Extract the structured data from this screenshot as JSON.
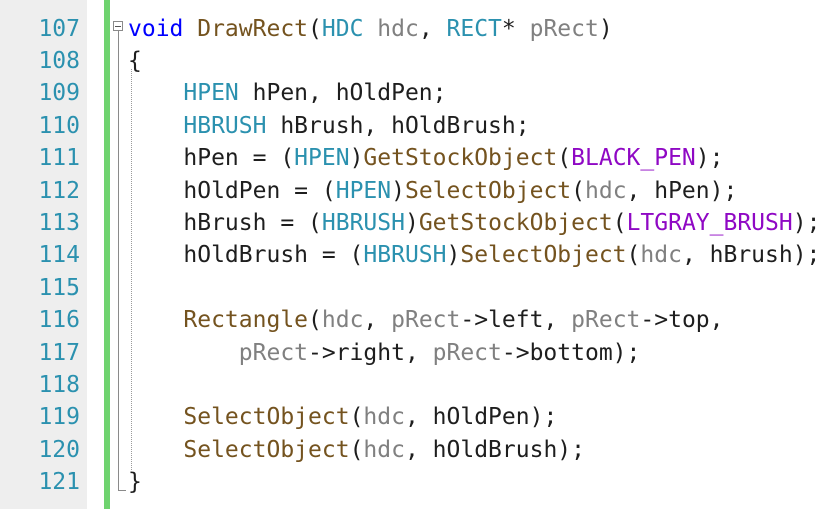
{
  "colors": {
    "background": "#ffffff",
    "gutter": "#eeeeee",
    "line_number": "#2b91af",
    "keyword": "#0000ff",
    "type": "#2b91af",
    "function": "#74531f",
    "macro": "#8f08c4",
    "param": "#808080",
    "plain": "#1e1e1e",
    "change_bar": "#6fd36f"
  },
  "line_numbers": [
    "107",
    "108",
    "109",
    "110",
    "111",
    "112",
    "113",
    "114",
    "115",
    "116",
    "117",
    "118",
    "119",
    "120",
    "121"
  ],
  "lines": [
    [
      {
        "t": "void",
        "c": "keyword"
      },
      {
        "t": " DrawRect",
        "c": "function"
      },
      {
        "t": "(",
        "c": "plain"
      },
      {
        "t": "HDC",
        "c": "type"
      },
      {
        "t": " hdc",
        "c": "param"
      },
      {
        "t": ", ",
        "c": "plain"
      },
      {
        "t": "RECT",
        "c": "type"
      },
      {
        "t": "* ",
        "c": "plain"
      },
      {
        "t": "pRect",
        "c": "param"
      },
      {
        "t": ")",
        "c": "plain"
      }
    ],
    [
      {
        "t": "{",
        "c": "plain"
      }
    ],
    [
      {
        "t": "    HPEN",
        "c": "type"
      },
      {
        "t": " hPen, hOldPen;",
        "c": "plain"
      }
    ],
    [
      {
        "t": "    HBRUSH",
        "c": "type"
      },
      {
        "t": " hBrush, hOldBrush;",
        "c": "plain"
      }
    ],
    [
      {
        "t": "    hPen = (",
        "c": "plain"
      },
      {
        "t": "HPEN",
        "c": "type"
      },
      {
        "t": ")",
        "c": "plain"
      },
      {
        "t": "GetStockObject",
        "c": "function"
      },
      {
        "t": "(",
        "c": "plain"
      },
      {
        "t": "BLACK_PEN",
        "c": "macro"
      },
      {
        "t": ");",
        "c": "plain"
      }
    ],
    [
      {
        "t": "    hOldPen = (",
        "c": "plain"
      },
      {
        "t": "HPEN",
        "c": "type"
      },
      {
        "t": ")",
        "c": "plain"
      },
      {
        "t": "SelectObject",
        "c": "function"
      },
      {
        "t": "(",
        "c": "plain"
      },
      {
        "t": "hdc",
        "c": "param"
      },
      {
        "t": ", hPen);",
        "c": "plain"
      }
    ],
    [
      {
        "t": "    hBrush = (",
        "c": "plain"
      },
      {
        "t": "HBRUSH",
        "c": "type"
      },
      {
        "t": ")",
        "c": "plain"
      },
      {
        "t": "GetStockObject",
        "c": "function"
      },
      {
        "t": "(",
        "c": "plain"
      },
      {
        "t": "LTGRAY_BRUSH",
        "c": "macro"
      },
      {
        "t": ");",
        "c": "plain"
      }
    ],
    [
      {
        "t": "    hOldBrush = (",
        "c": "plain"
      },
      {
        "t": "HBRUSH",
        "c": "type"
      },
      {
        "t": ")",
        "c": "plain"
      },
      {
        "t": "SelectObject",
        "c": "function"
      },
      {
        "t": "(",
        "c": "plain"
      },
      {
        "t": "hdc",
        "c": "param"
      },
      {
        "t": ", hBrush);",
        "c": "plain"
      }
    ],
    [],
    [
      {
        "t": "    Rectangle",
        "c": "function"
      },
      {
        "t": "(",
        "c": "plain"
      },
      {
        "t": "hdc",
        "c": "param"
      },
      {
        "t": ", ",
        "c": "plain"
      },
      {
        "t": "pRect",
        "c": "param"
      },
      {
        "t": "->left, ",
        "c": "plain"
      },
      {
        "t": "pRect",
        "c": "param"
      },
      {
        "t": "->top,",
        "c": "plain"
      }
    ],
    [
      {
        "t": "        pRect",
        "c": "param"
      },
      {
        "t": "->right, ",
        "c": "plain"
      },
      {
        "t": "pRect",
        "c": "param"
      },
      {
        "t": "->bottom);",
        "c": "plain"
      }
    ],
    [],
    [
      {
        "t": "    SelectObject",
        "c": "function"
      },
      {
        "t": "(",
        "c": "plain"
      },
      {
        "t": "hdc",
        "c": "param"
      },
      {
        "t": ", hOldPen);",
        "c": "plain"
      }
    ],
    [
      {
        "t": "    SelectObject",
        "c": "function"
      },
      {
        "t": "(",
        "c": "plain"
      },
      {
        "t": "hdc",
        "c": "param"
      },
      {
        "t": ", hOldBrush);",
        "c": "plain"
      }
    ],
    [
      {
        "t": "}",
        "c": "plain"
      }
    ]
  ]
}
